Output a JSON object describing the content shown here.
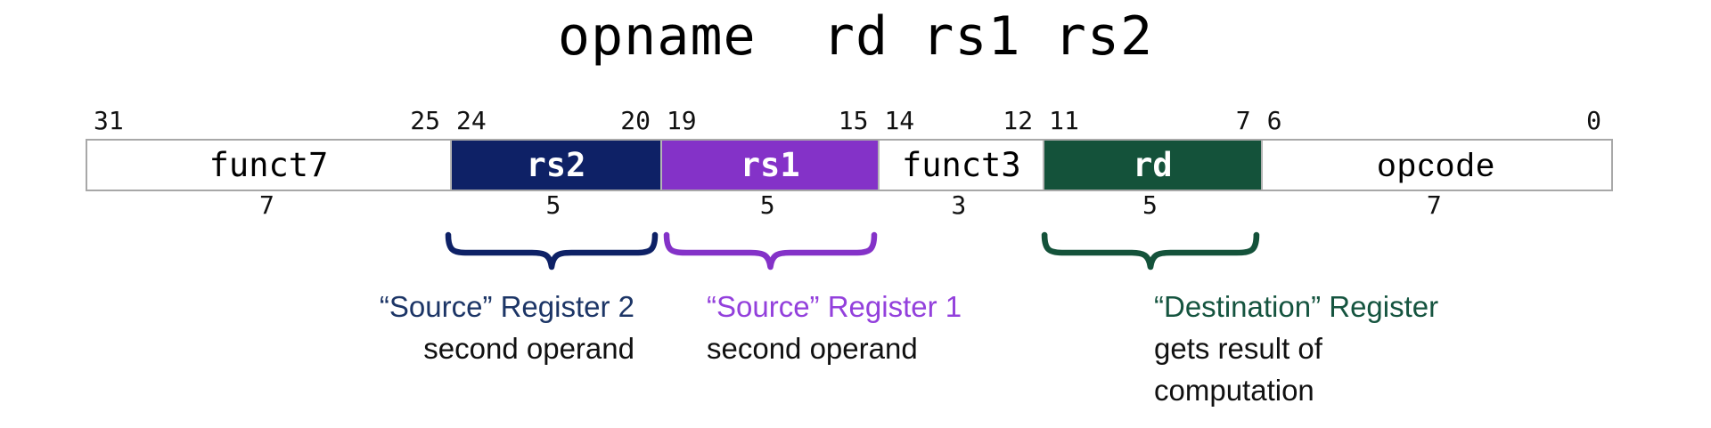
{
  "title": "opname  rd rs1 rs2",
  "colors": {
    "navy": "#0e2166",
    "purple": "#8432c8",
    "green": "#14523a",
    "navy_text": "#1c3566",
    "purple_text": "#9340dc",
    "green_text": "#15543f",
    "border": "#a8a8a8",
    "separator": "#b5b5b5",
    "text": "#111111"
  },
  "instruction_format": {
    "fields": [
      {
        "label": "funct7",
        "start_bit": "31",
        "end_bit": "25",
        "width_bits": "7",
        "color": "white"
      },
      {
        "label": "rs2",
        "start_bit": "24",
        "end_bit": "20",
        "width_bits": "5",
        "color": "navy"
      },
      {
        "label": "rs1",
        "start_bit": "19",
        "end_bit": "15",
        "width_bits": "5",
        "color": "purple"
      },
      {
        "label": "funct3",
        "start_bit": "14",
        "end_bit": "12",
        "width_bits": "3",
        "color": "white"
      },
      {
        "label": "rd",
        "start_bit": "11",
        "end_bit": "7",
        "width_bits": "5",
        "color": "green"
      },
      {
        "label": "opcode",
        "start_bit": "6",
        "end_bit": "0",
        "width_bits": "7",
        "color": "white"
      }
    ]
  },
  "annotations": [
    {
      "heading": "“Source” Register 2",
      "lines": [
        "second operand"
      ]
    },
    {
      "heading": "“Source” Register 1",
      "lines": [
        "second operand"
      ]
    },
    {
      "heading": "“Destination” Register",
      "lines": [
        "gets result of",
        "computation"
      ]
    }
  ]
}
